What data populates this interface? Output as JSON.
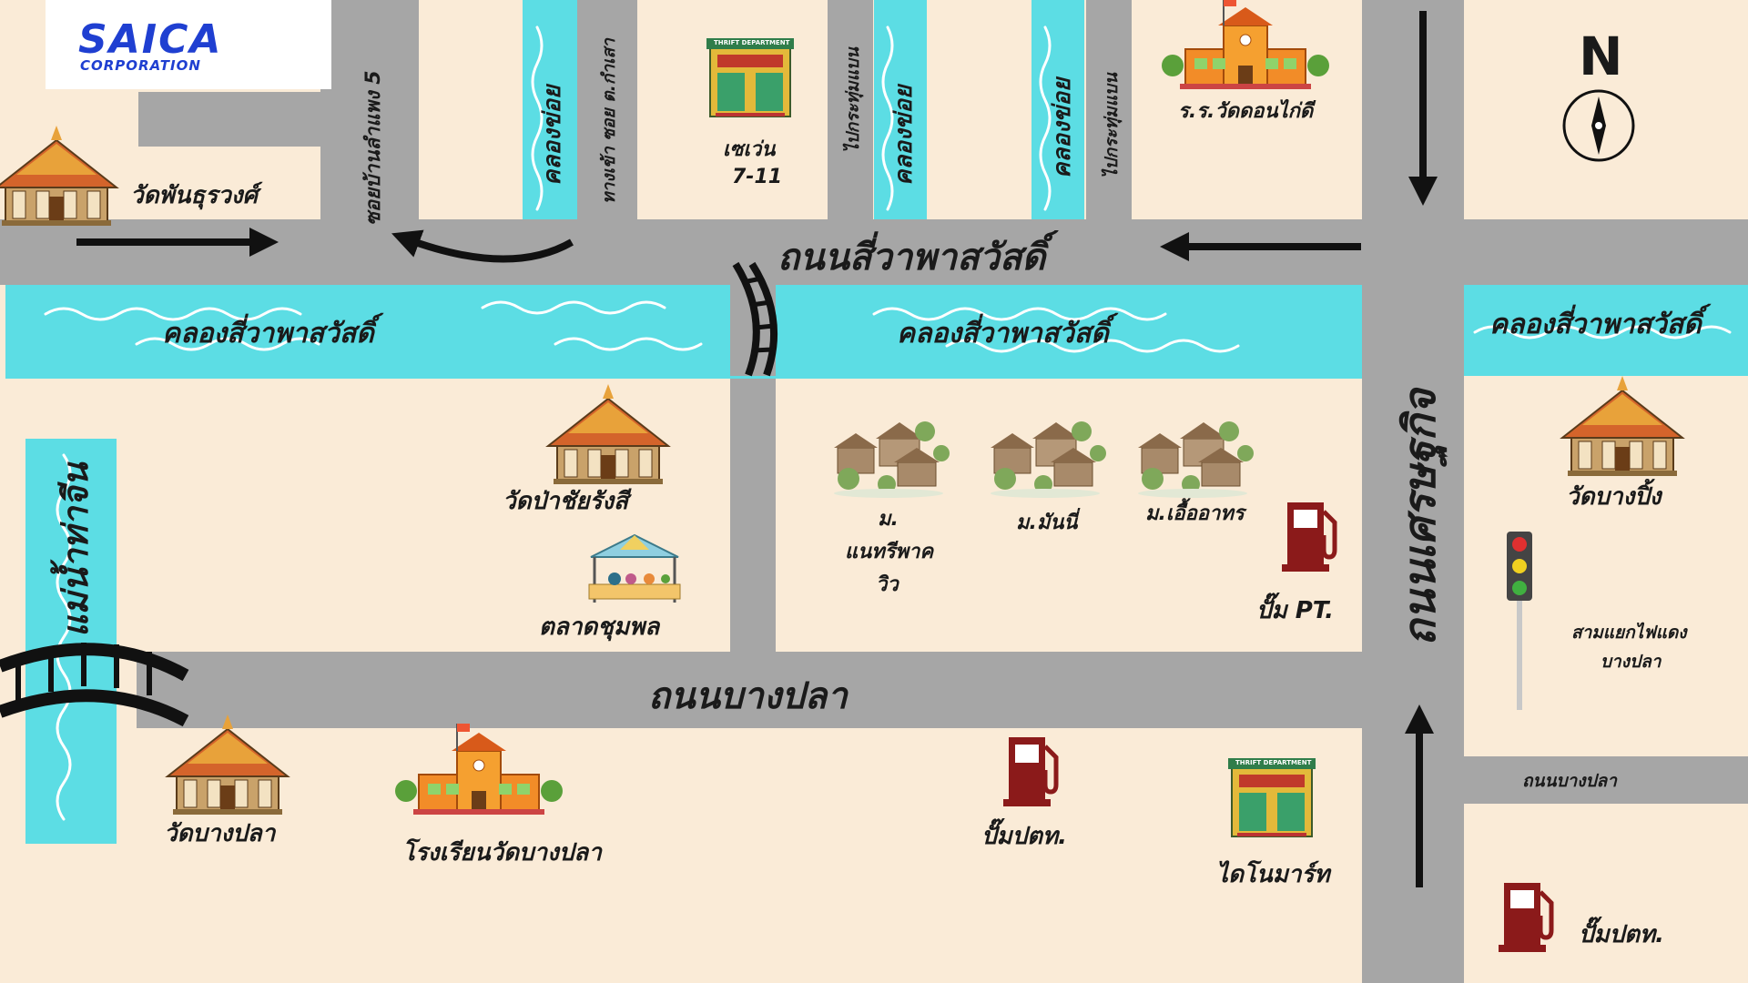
{
  "logo": {
    "brand": "SAICA",
    "subtitle": "CORPORATION",
    "pin_icon": "map-pin-icon",
    "brand_color": "#1f3fd1",
    "pin_color": "#e02020"
  },
  "compass": {
    "letter": "N"
  },
  "colors": {
    "background": "#FAEBD7",
    "road": "#A6A6A6",
    "water": "#5CDDE4",
    "wave": "#FFFFFF",
    "arrow": "#111111",
    "fuel": "#8B1A1A"
  },
  "roads": {
    "sawaphasawat": "ถนนสี่วาพาสวัสดิ์",
    "bangpla": "ถนนบางปลา",
    "setthakit": "ถนนเศรษฐกิจ",
    "bangpla_small": "ถนนบางปลา",
    "soi_banlampaeng": "ซอยบ้านลำแพง 5",
    "soi_kamsao": "ทางเข้า ซอย ต.กำเสา",
    "to_krathum_1": "ไปกระทุ่มแบน",
    "to_krathum_2": "ไปกระทุ่มแบน"
  },
  "waterways": {
    "canal_1": "คลองสี่วาพาสวัสดิ์",
    "canal_2": "คลองสี่วาพาสวัสดิ์",
    "canal_3": "คลองสี่วาพาสวัสดิ์",
    "small_canal_1": "คลองข่อย",
    "small_canal_2": "คลองข่อย",
    "small_canal_3": "คลองข่อย",
    "river": "แม่น้ำท่าจีน"
  },
  "places": {
    "wat_phanthurawong": "วัดพันธุรวงศ์",
    "seven_eleven_1": "เซเว่น",
    "seven_eleven_2": "7-11",
    "school_wat_donkaidi": "ร.ร.วัดดอนไก่ดี",
    "wat_pa_chairangsi": "วัดป่าชัยรังสี",
    "talat_chumphon": "ตลาดชุมพล",
    "village_1_l1": "ม.",
    "village_1_l2": "แนทรีพาค",
    "village_1_l3": "วิว",
    "village_2": "ม.มันนี่",
    "village_3": "ม.เอื้ออาทร",
    "pump_pt": "ปั๊ม PT.",
    "wat_bangpling": "วัดบางปิ้ง",
    "traffic_light_l1": "สามแยกไฟแดง",
    "traffic_light_l2": "บางปลา",
    "wat_bangpla": "วัดบางปลา",
    "school_wat_bangpla": "โรงเรียนวัดบางปลา",
    "pump_ptt_1": "ปั๊มปตท.",
    "dynamart": "ไดโนมาร์ท",
    "pump_ptt_2": "ปั๊มปตท.",
    "thrift_sign": "THRIFT DEPARTMENT"
  },
  "icons": [
    "temple-icon",
    "shop-icon",
    "school-icon",
    "market-stall-icon",
    "village-icon",
    "fuel-pump-icon",
    "traffic-light-icon",
    "bridge-icon",
    "arrow-icon",
    "compass-icon"
  ]
}
